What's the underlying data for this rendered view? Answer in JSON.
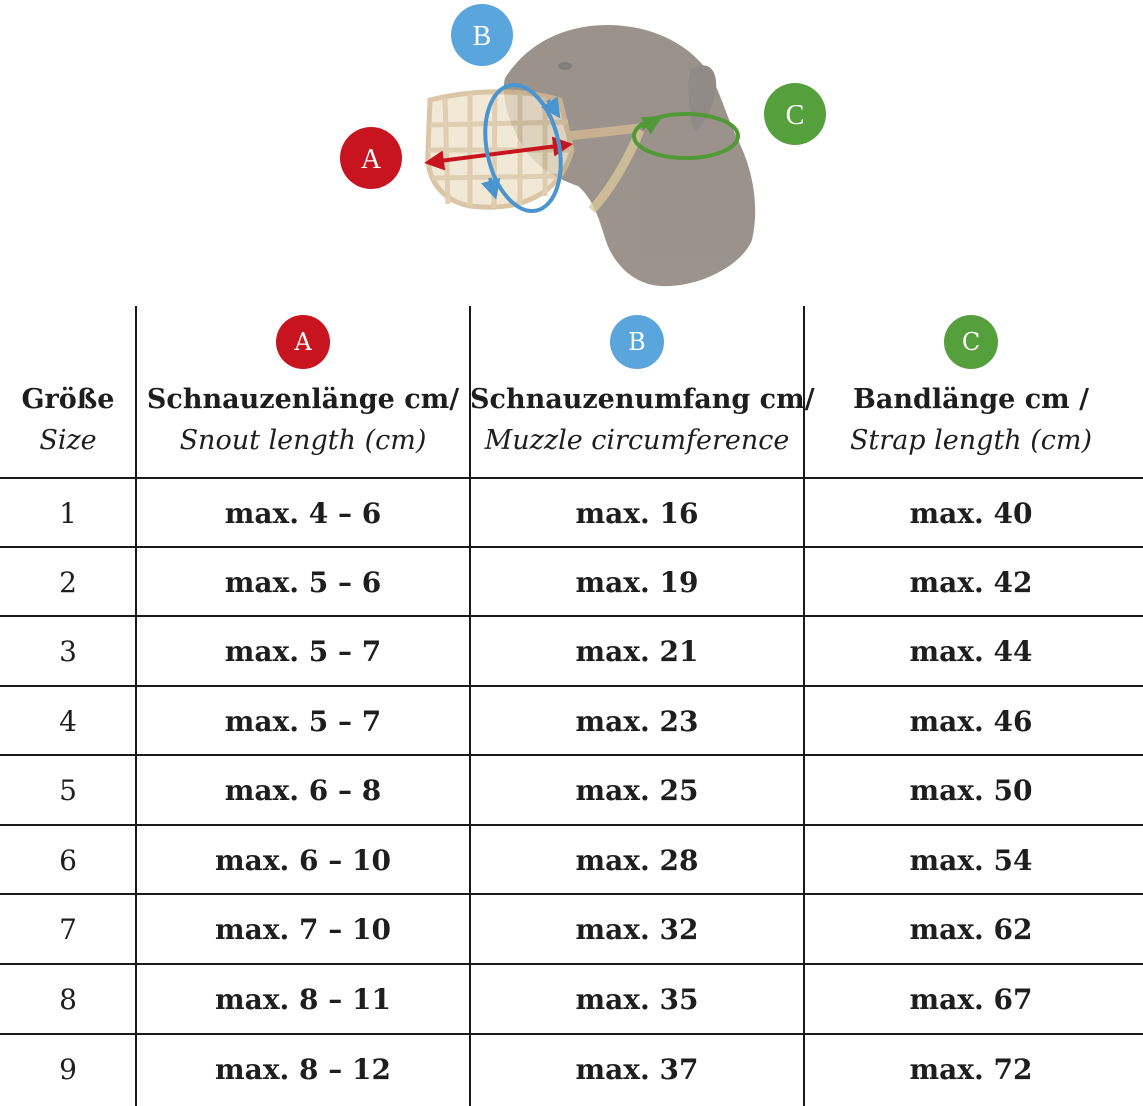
{
  "markers": {
    "a": {
      "letter": "A",
      "color": "#c8141e"
    },
    "b": {
      "letter": "B",
      "color": "#5aa5dc"
    },
    "c": {
      "letter": "C",
      "color": "#55a03c"
    }
  },
  "table": {
    "headers": {
      "size": {
        "de": "Größe",
        "en": "Size"
      },
      "snout_length": {
        "de": "Schnauzenlänge cm/",
        "en": "Snout length (cm)"
      },
      "muzzle_circumference": {
        "de": "Schnauzenumfang cm/",
        "en": "Muzzle circumference"
      },
      "strap_length": {
        "de": "Bandlänge cm /",
        "en": "Strap length (cm)"
      }
    },
    "rows": [
      {
        "size": "1",
        "snout": "max. 4 – 6",
        "circumference": "max. 16",
        "strap": "max. 40"
      },
      {
        "size": "2",
        "snout": "max. 5 – 6",
        "circumference": "max. 19",
        "strap": "max. 42"
      },
      {
        "size": "3",
        "snout": "max. 5 – 7",
        "circumference": "max. 21",
        "strap": "max. 44"
      },
      {
        "size": "4",
        "snout": "max. 5 – 7",
        "circumference": "max. 23",
        "strap": "max. 46"
      },
      {
        "size": "5",
        "snout": "max. 6 – 8",
        "circumference": "max. 25",
        "strap": "max. 50"
      },
      {
        "size": "6",
        "snout": "max. 6 – 10",
        "circumference": "max. 28",
        "strap": "max. 54"
      },
      {
        "size": "7",
        "snout": "max. 7 – 10",
        "circumference": "max. 32",
        "strap": "max. 62"
      },
      {
        "size": "8",
        "snout": "max. 8 – 11",
        "circumference": "max. 35",
        "strap": "max. 67"
      },
      {
        "size": "9",
        "snout": "max. 8 – 12",
        "circumference": "max. 37",
        "strap": "max. 72"
      }
    ]
  }
}
